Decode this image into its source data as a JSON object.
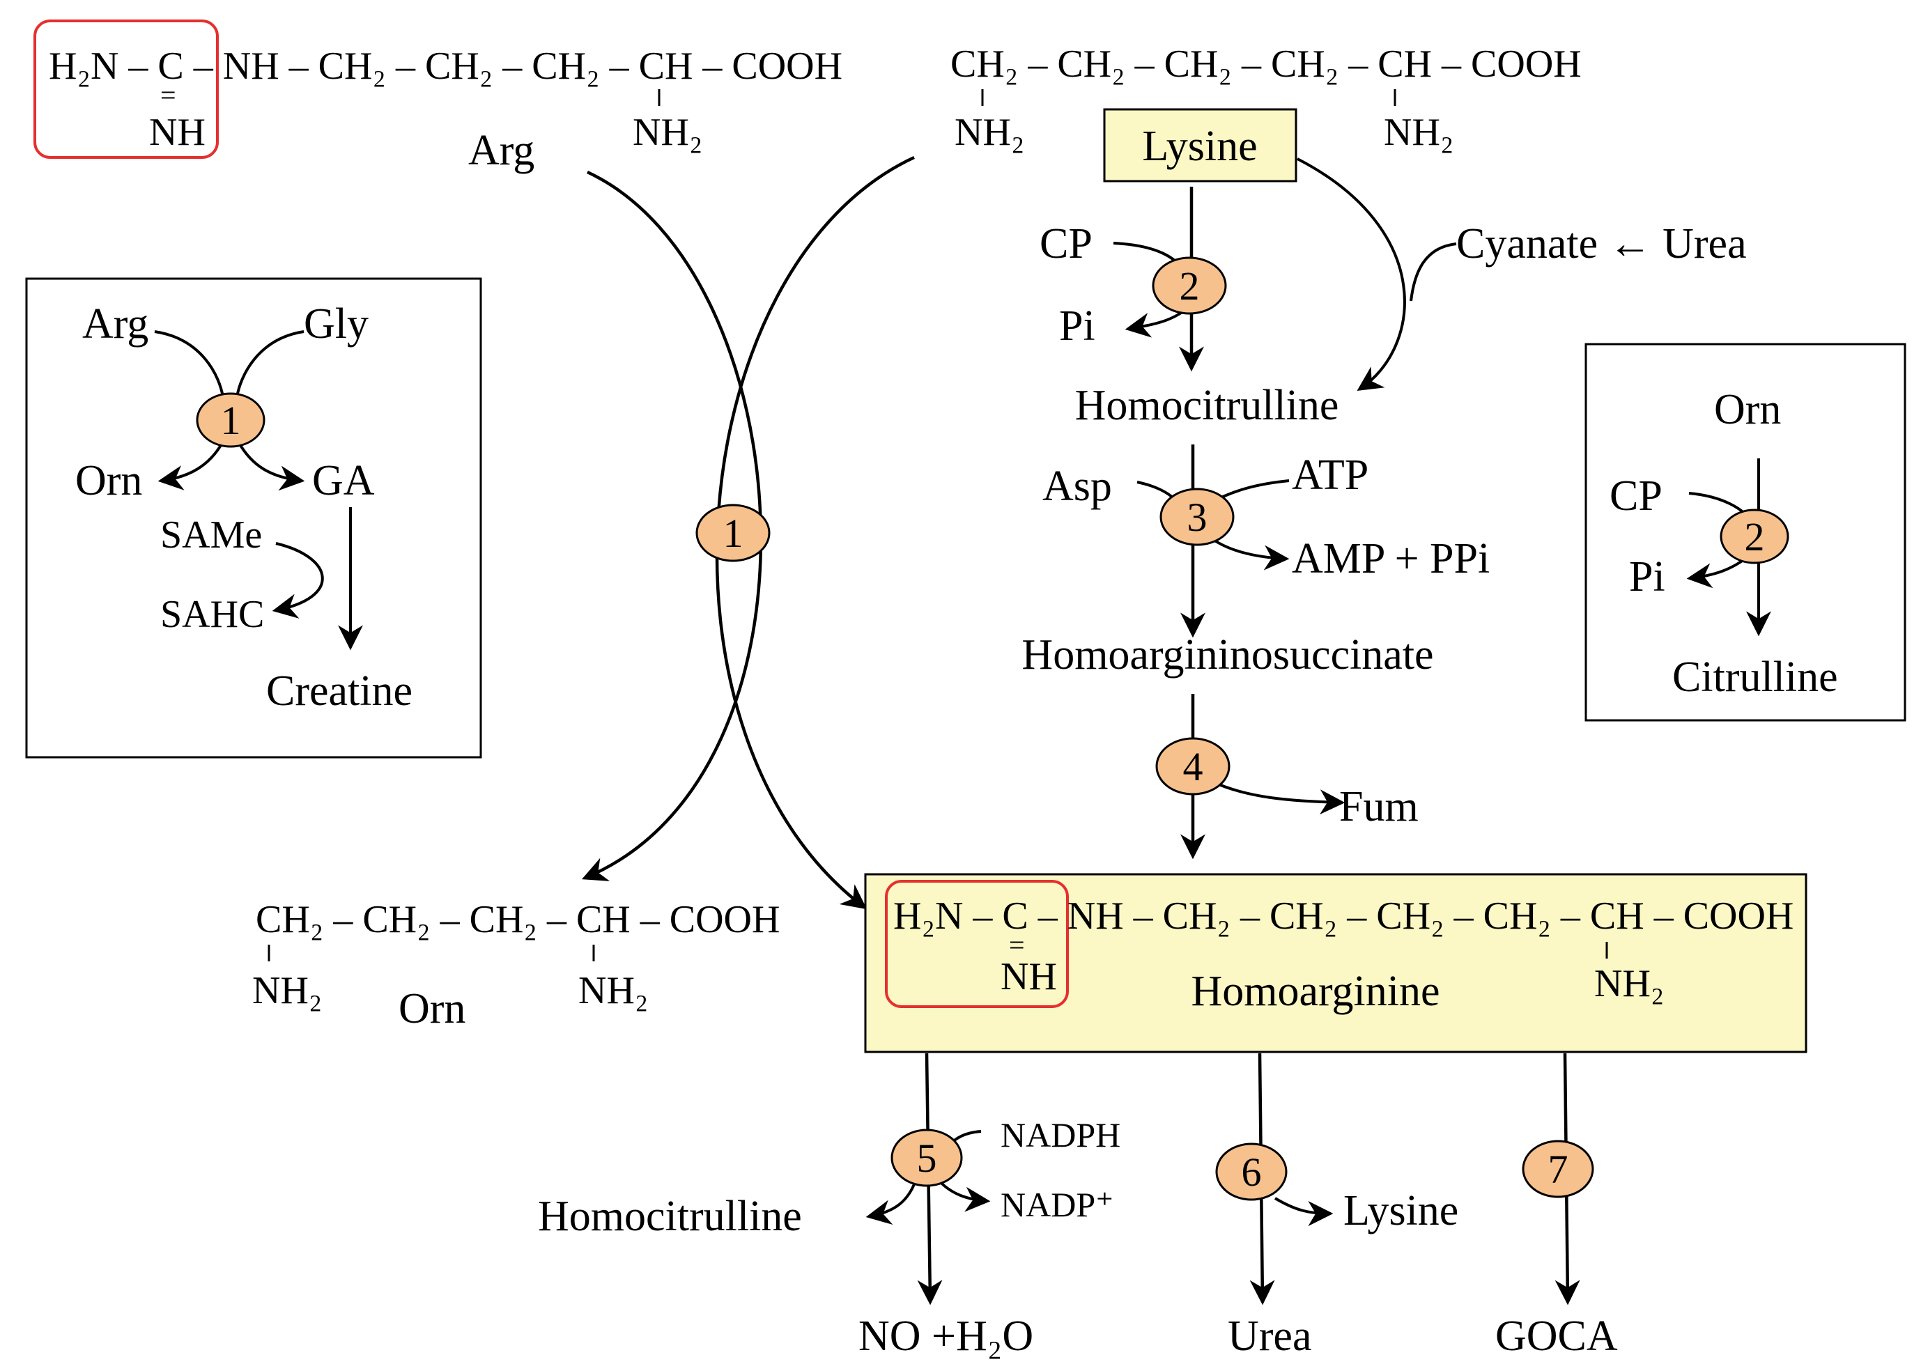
{
  "colors": {
    "highlight_fill": "#fbf8c6",
    "enzyme_fill": "#f7c18e",
    "guanidino_box": "#e53030",
    "line": "#000000"
  },
  "formulas": {
    "arg_chain": "H₂N – C – NH – CH₂ – CH₂ – CH₂ – CH – COOH",
    "arg_imine_bond": "=",
    "arg_imine": "NH",
    "arg_alpha_amine": "NH₂",
    "lys_chain": "CH₂ – CH₂ – CH₂ – CH₂ – CH – COOH",
    "lys_eps_amine": "NH₂",
    "lys_alpha_amine": "NH₂",
    "orn_chain": "CH₂ – CH₂ – CH₂ – CH – COOH",
    "orn_delta_amine": "NH₂",
    "orn_alpha_amine": "NH₂",
    "harg_chain": "H₂N – C – NH – CH₂ – CH₂ – CH₂ – CH₂ – CH – COOH",
    "harg_imine_bond": "=",
    "harg_imine": "NH",
    "harg_alpha_amine": "NH₂"
  },
  "labels": {
    "arg": "Arg",
    "lysine": "Lysine",
    "orn": "Orn",
    "homoarginine": "Homoarginine",
    "cp": "CP",
    "pi": "Pi",
    "cyanate_urea": "Cyanate ← Urea",
    "homocitrulline": "Homocitrulline",
    "asp": "Asp",
    "atp": "ATP",
    "amp_ppi": "AMP + PPi",
    "homoargininosuccinate": "Homoargininosuccinate",
    "fum": "Fum",
    "nadph": "NADPH",
    "nadp": "NADP⁺",
    "homocitrulline_out": "Homocitrulline",
    "no_h2o": "NO +H₂O",
    "lysine_out": "Lysine",
    "urea_out": "Urea",
    "goca": "GOCA"
  },
  "inset_creatine": {
    "arg": "Arg",
    "gly": "Gly",
    "orn": "Orn",
    "ga": "GA",
    "same": "SAMe",
    "sahc": "SAHC",
    "creatine": "Creatine",
    "enzyme": "1"
  },
  "inset_citrulline": {
    "orn": "Orn",
    "cp": "CP",
    "pi": "Pi",
    "citrulline": "Citrulline",
    "enzyme": "2"
  },
  "enzymes": [
    "1",
    "2",
    "3",
    "4",
    "5",
    "6",
    "7"
  ]
}
